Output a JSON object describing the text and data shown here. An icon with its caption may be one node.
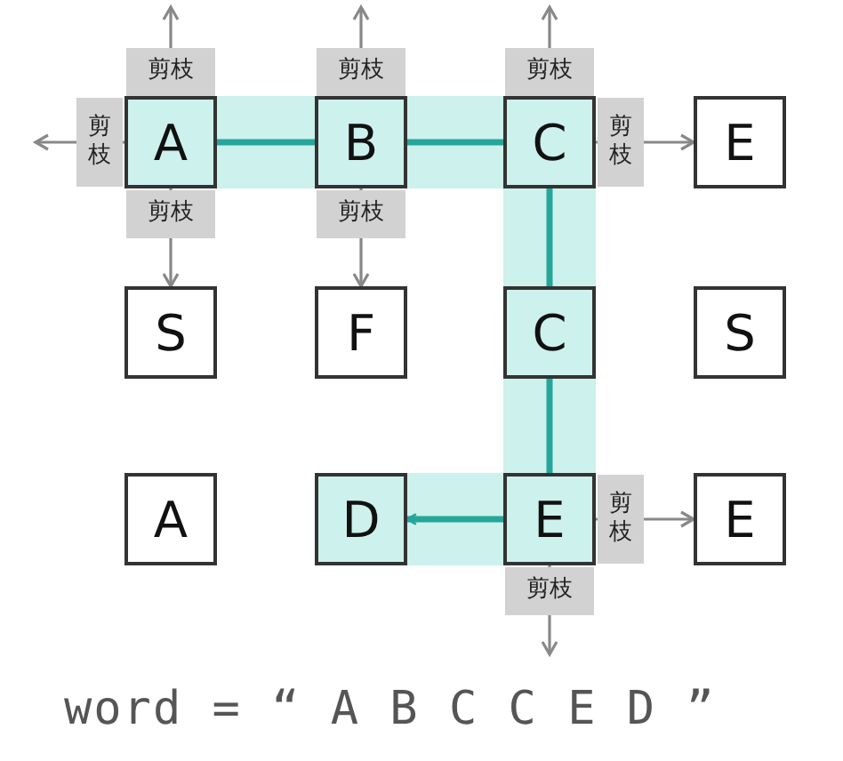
{
  "diagram": {
    "nodes": [
      {
        "text": [
          "A"
        ]
      },
      {
        "text": [
          "B"
        ]
      },
      {
        "text": [
          "C"
        ]
      },
      {
        "text": [
          "E"
        ]
      },
      {
        "text": [
          "S"
        ]
      },
      {
        "text": [
          "F"
        ]
      },
      {
        "text": [
          "C"
        ]
      },
      {
        "text": [
          "S"
        ]
      },
      {
        "text": [
          "A"
        ]
      },
      {
        "text": [
          "D"
        ]
      },
      {
        "text": [
          "E"
        ]
      },
      {
        "text": [
          "E"
        ]
      }
    ],
    "edges": [
      {
        "from": 0,
        "to": 1,
        "arrow": "none",
        "style": "thick",
        "color": "#26a69a"
      },
      {
        "from": 1,
        "to": 2,
        "arrow": "none",
        "style": "thick",
        "color": "#26a69a"
      },
      {
        "from": 2,
        "to": 6,
        "arrow": "none",
        "style": "thick",
        "color": "#26a69a"
      },
      {
        "from": 6,
        "to": 10,
        "arrow": "none",
        "style": "thick",
        "color": "#26a69a"
      },
      {
        "from": 10,
        "to": 9,
        "arrow": "to",
        "style": "thick",
        "color": "#26a69a"
      },
      {
        "from": 0,
        "to": null,
        "arrow": "to",
        "label": "剪枝"
      },
      {
        "from": 0,
        "to": 4,
        "arrow": "to",
        "label": "剪枝"
      },
      {
        "from": 0,
        "to": null,
        "arrow": "to",
        "label": "剪枝"
      },
      {
        "from": 1,
        "to": null,
        "arrow": "to",
        "label": "剪枝"
      },
      {
        "from": 1,
        "to": 5,
        "arrow": "to",
        "label": "剪枝"
      },
      {
        "from": 2,
        "to": null,
        "arrow": "to",
        "label": "剪枝"
      },
      {
        "from": 2,
        "to": 3,
        "arrow": "to",
        "label": "剪枝"
      },
      {
        "from": 10,
        "to": 11,
        "arrow": "to",
        "label": "剪枝"
      },
      {
        "from": 10,
        "to": null,
        "arrow": "to",
        "label": "剪枝"
      }
    ],
    "labels": [
      "word = “ A B C C E D ”"
    ]
  }
}
